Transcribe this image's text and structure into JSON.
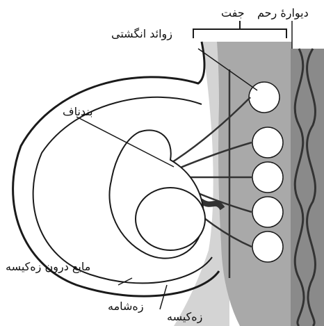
{
  "labels": {
    "placenta": "جفت",
    "uterine_wall": "دیوارۀ رحم",
    "chorionic_villi": "زوائد انگشتی",
    "umbilical_cord": "بندناف",
    "amniotic_fluid": "مایع درون زه‌کیسه",
    "chorion": "زه‌شامه",
    "amnion": "زه‌کیسه"
  },
  "colors": {
    "background": "#ffffff",
    "uterine_tissue": "#8a8a8a",
    "placenta_tissue": "#a9a9a9",
    "light_tissue": "#d4d4d4",
    "vessels": "#333333",
    "outline": "#1a1a1a",
    "fetus": "#ffffff"
  }
}
